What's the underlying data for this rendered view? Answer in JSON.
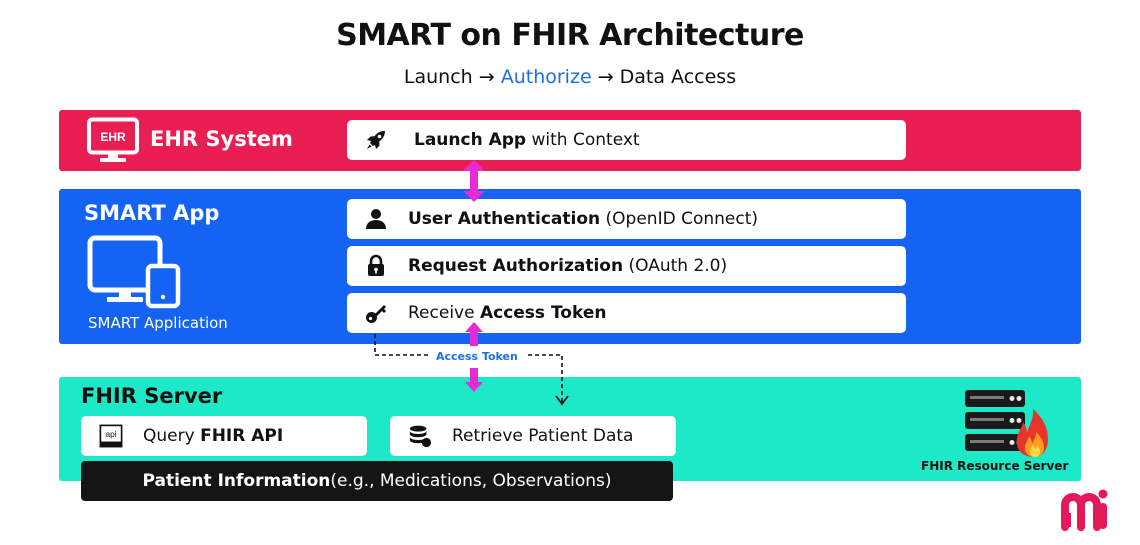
{
  "title": "SMART on FHIR Architecture",
  "subtitle": {
    "step1": "Launch",
    "arrow1": "→",
    "step2": "Authorize",
    "arrow2": "→",
    "step3": "Data Access"
  },
  "ehr": {
    "label": "EHR System",
    "icon_text": "EHR",
    "card": {
      "bold": "Launch App",
      "rest": " with Context",
      "icon": "rocket-icon"
    }
  },
  "smart": {
    "label": "SMART App",
    "sub": "SMART Application",
    "cards": [
      {
        "bold": "User Authentication",
        "rest": " (OpenID Connect)",
        "icon": "user-icon"
      },
      {
        "bold": "Request Authorization",
        "rest": " (OAuth 2.0)",
        "icon": "lock-icon"
      },
      {
        "pre": "Receive ",
        "bold": "Access Token",
        "icon": "key-icon"
      }
    ]
  },
  "token_label": "Access Token",
  "fhir": {
    "label": "FHIR Server",
    "query": {
      "pre": "Query ",
      "bold": "FHIR API",
      "icon_text": "api"
    },
    "retrieve": {
      "pre": "Retrieve Patient Data",
      "icon": "database-icon"
    },
    "patient": {
      "bold": "Patient Information",
      "rest": " (e.g., Medications, Observations)"
    },
    "server_caption": "FHIR Resource Server"
  },
  "colors": {
    "ehr": "#e91e52",
    "smart": "#1463f3",
    "fhir": "#1de9c8",
    "accent_blue": "#1e6fe6",
    "arrow_magenta": "#e62ad6",
    "brand": "#e5195a"
  }
}
